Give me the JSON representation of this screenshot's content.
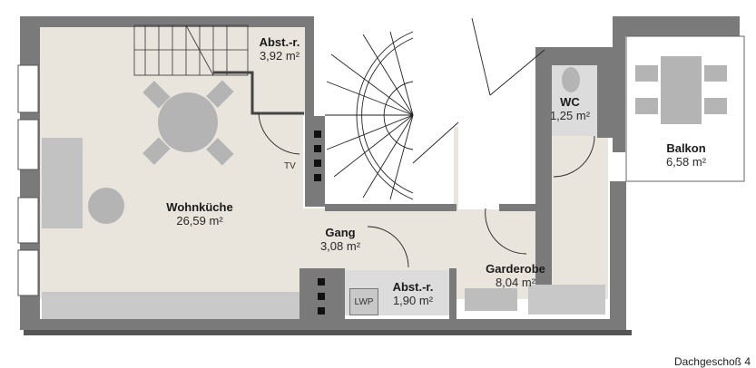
{
  "plan": {
    "floor_label": "Dachgeschoß 4",
    "colors": {
      "wall": "#7a7a7a",
      "floor_living": "#e9e4dc",
      "floor_wet": "#dcdcdc",
      "furniture": "#b4b4b4",
      "balcony": "#ffffff",
      "stair_background": "#ffffff"
    },
    "rooms": [
      {
        "name": "Abst.-r.",
        "area": "3,92 m²"
      },
      {
        "name": "Wohnküche",
        "area": "26,59 m²"
      },
      {
        "name": "Gang",
        "area": "3,08 m²"
      },
      {
        "name": "Abst.-r.",
        "area": "1,90 m²"
      },
      {
        "name": "Garderobe",
        "area": "8,04 m²"
      },
      {
        "name": "WC",
        "area": "1,25 m²"
      },
      {
        "name": "Balkon",
        "area": "6,58 m²"
      }
    ],
    "annotations": {
      "tv": "TV",
      "lwp": "LWP"
    }
  }
}
